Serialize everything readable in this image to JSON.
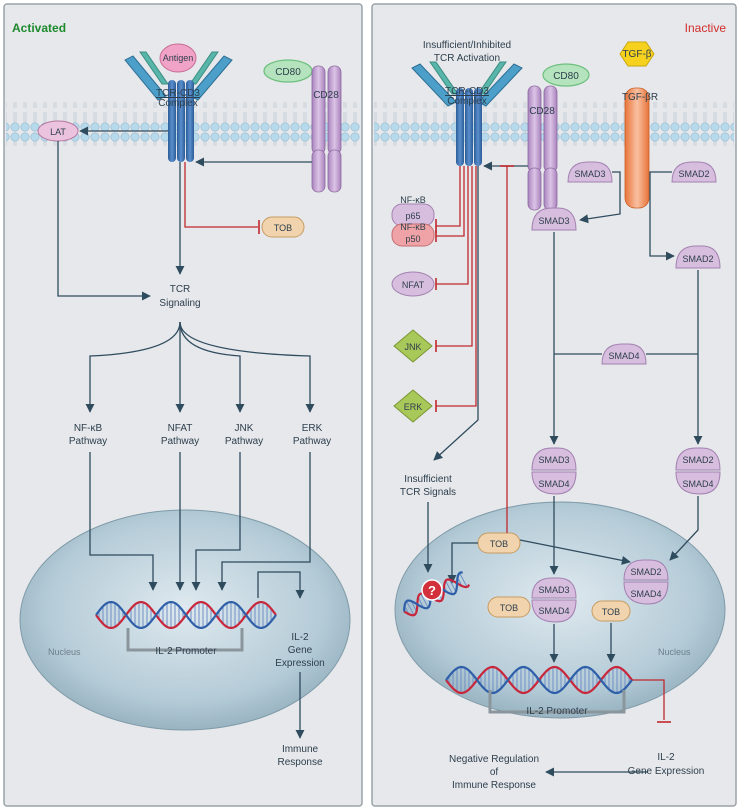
{
  "left": {
    "status": "Activated",
    "antigen": "Antigen",
    "tcr": [
      "TCR-CD3",
      "Complex"
    ],
    "cd80": "CD80",
    "cd28": "CD28",
    "lat": "LAT",
    "tob": "TOB",
    "tcr_signaling": [
      "TCR",
      "Signaling"
    ],
    "pathways": [
      [
        "NF-κB",
        "Pathway"
      ],
      [
        "NFAT",
        "Pathway"
      ],
      [
        "JNK",
        "Pathway"
      ],
      [
        "ERK",
        "Pathway"
      ]
    ],
    "nucleus": "Nucleus",
    "il2_promoter": "IL-2 Promoter",
    "il2_expression": [
      "IL-2",
      "Gene",
      "Expression"
    ],
    "immune_response": [
      "Immune",
      "Response"
    ]
  },
  "right": {
    "status": "Inactive",
    "insufficient_activation": [
      "Insufficient/Inhibited",
      "TCR Activation"
    ],
    "tcr": [
      "TCR-CD3",
      "Complex"
    ],
    "cd80": "CD80",
    "cd28": "CD28",
    "tgfb": "TGF-β",
    "tgfbr": "TGF-βR",
    "smad3": "SMAD3",
    "smad2": "SMAD2",
    "smad4": "SMAD4",
    "nfkb": [
      "NF-κB",
      "p65",
      "NF-κB",
      "p50"
    ],
    "nfat": "NFAT",
    "jnk": "JNK",
    "erk": "ERK",
    "insufficient_signals": [
      "Insufficient",
      "TCR Signals"
    ],
    "tob": "TOB",
    "question_mark": "?",
    "nucleus": "Nucleus",
    "il2_promoter": "IL-2 Promoter",
    "il2_expression": [
      "IL-2",
      "Gene Expression"
    ],
    "negative_regulation": [
      "Negative Regulation",
      "of",
      "Immune Response"
    ]
  },
  "colors": {
    "panel_bg": "#e6e8eb",
    "membrane": "#b7d7ea",
    "arrow": "#2f4b5e",
    "inhibit": "#c0282d",
    "activated": "#1e8a2e",
    "inactive": "#d22d2d",
    "cd28": "#c7a4d6",
    "tcr_blue": "#3f75b6",
    "tcr_teal": "#58b5a9",
    "antigen": "#f1a2c7",
    "cd80": "#7ed08f",
    "smad": "#d7bedf",
    "tob": "#f1d4ad",
    "kinase": "#a9c85a",
    "tgfb": "#f6d21e",
    "tgfbr": "#f29a52",
    "nucleus": "#a7c1cf"
  }
}
